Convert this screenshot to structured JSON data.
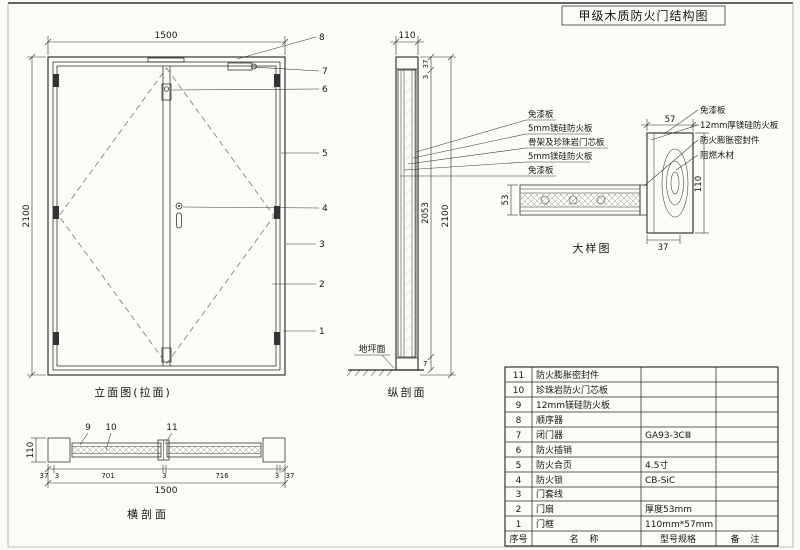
{
  "title": "甲级木质防火门结构图",
  "front": {
    "label": "立面图(拉面)",
    "dim_width": "1500",
    "dim_height": "2100",
    "callouts": [
      "8",
      "7",
      "6",
      "5",
      "4",
      "3",
      "2",
      "1"
    ]
  },
  "vsection": {
    "label": "纵剖面",
    "dim_width": "110",
    "dim_height": "2100",
    "dim_leaf": "2053",
    "dim_head": "37",
    "dim_gap_top": "3",
    "dim_bottom": "7",
    "ground_label": "地坪面"
  },
  "layers": [
    "免漆板",
    "5mm镁硅防火板",
    "骨架及珍珠岩门芯板",
    "5mm镁硅防火板",
    "免漆板"
  ],
  "detail": {
    "label": "大样图",
    "dim_top": "57",
    "dim_right": "110",
    "dim_left": "53",
    "dim_bottom": "37",
    "labels": [
      "免漆板",
      "12mm厚镁硅防火板",
      "防火膨胀密封件",
      "阻燃木材"
    ]
  },
  "hsection": {
    "label": "横剖面",
    "dim_left": "110",
    "chain": [
      "37",
      "3",
      "701",
      "3",
      "716",
      "3",
      "37"
    ],
    "dim_total": "1500",
    "callouts": [
      "9",
      "10",
      "11"
    ]
  },
  "table": {
    "header": {
      "num": "序号",
      "name": "名 称",
      "spec": "型号规格",
      "note": "备 注"
    },
    "rows": [
      {
        "num": "11",
        "name": "防火膨胀密封件",
        "spec": ""
      },
      {
        "num": "10",
        "name": "珍珠岩防火门芯板",
        "spec": ""
      },
      {
        "num": "9",
        "name": "12mm镁硅防火板",
        "spec": ""
      },
      {
        "num": "8",
        "name": "顺序器",
        "spec": ""
      },
      {
        "num": "7",
        "name": "闭门器",
        "spec": "GA93-3CⅢ"
      },
      {
        "num": "6",
        "name": "防火插销",
        "spec": ""
      },
      {
        "num": "5",
        "name": "防火合页",
        "spec": "4.5寸"
      },
      {
        "num": "4",
        "name": "防火锁",
        "spec": "CB-SiC"
      },
      {
        "num": "3",
        "name": "门套线",
        "spec": ""
      },
      {
        "num": "2",
        "name": "门扇",
        "spec": "厚度53mm"
      },
      {
        "num": "1",
        "name": "门框",
        "spec": "110mm*57mm"
      }
    ]
  }
}
